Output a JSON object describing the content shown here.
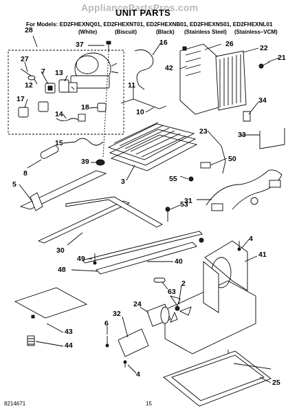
{
  "watermark": "AppliancePartsPros.com",
  "title": "UNIT PARTS",
  "models_line": "For Models: ED2FHEXNQ01, ED2FHEXNT01, ED2FHEXNB01, ED2FHEXNS01, ED2FHEXNL01",
  "variants": [
    "(White)",
    "(Biscuit)",
    "(Black)",
    "(Stainless Steel)",
    "(Stainless–VCM)"
  ],
  "parts": [
    "28",
    "37",
    "16",
    "26",
    "22",
    "27",
    "42",
    "21",
    "7",
    "13",
    "12",
    "11",
    "17",
    "18",
    "10",
    "14",
    "34",
    "15",
    "23",
    "33",
    "39",
    "50",
    "8",
    "55",
    "3",
    "5",
    "53",
    "31",
    "30",
    "4",
    "49",
    "40",
    "41",
    "48",
    "2",
    "63",
    "6",
    "24",
    "32",
    "43",
    "44",
    "4",
    "25"
  ],
  "footer": {
    "doc_number": "8214671",
    "page_number": "15"
  }
}
